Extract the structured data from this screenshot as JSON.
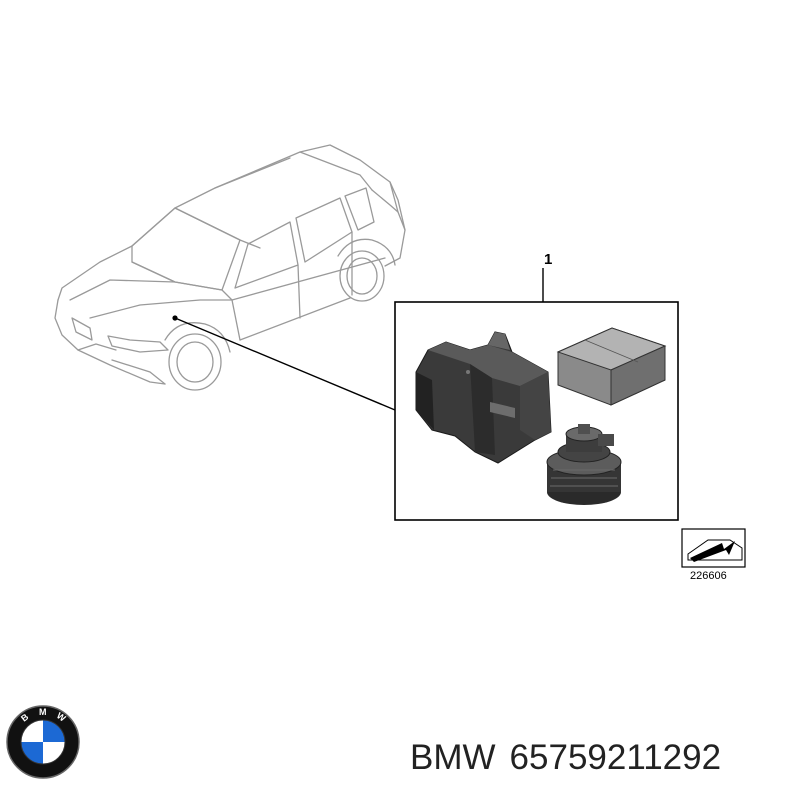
{
  "diagram": {
    "callout_number": "1",
    "reference_code": "226606"
  },
  "caption": {
    "brand": "BMW",
    "part_number": "65759211292"
  },
  "logo": {
    "letters": "BMW",
    "colors": {
      "blue": "#1c69d4",
      "white": "#ffffff",
      "black": "#111111"
    }
  }
}
